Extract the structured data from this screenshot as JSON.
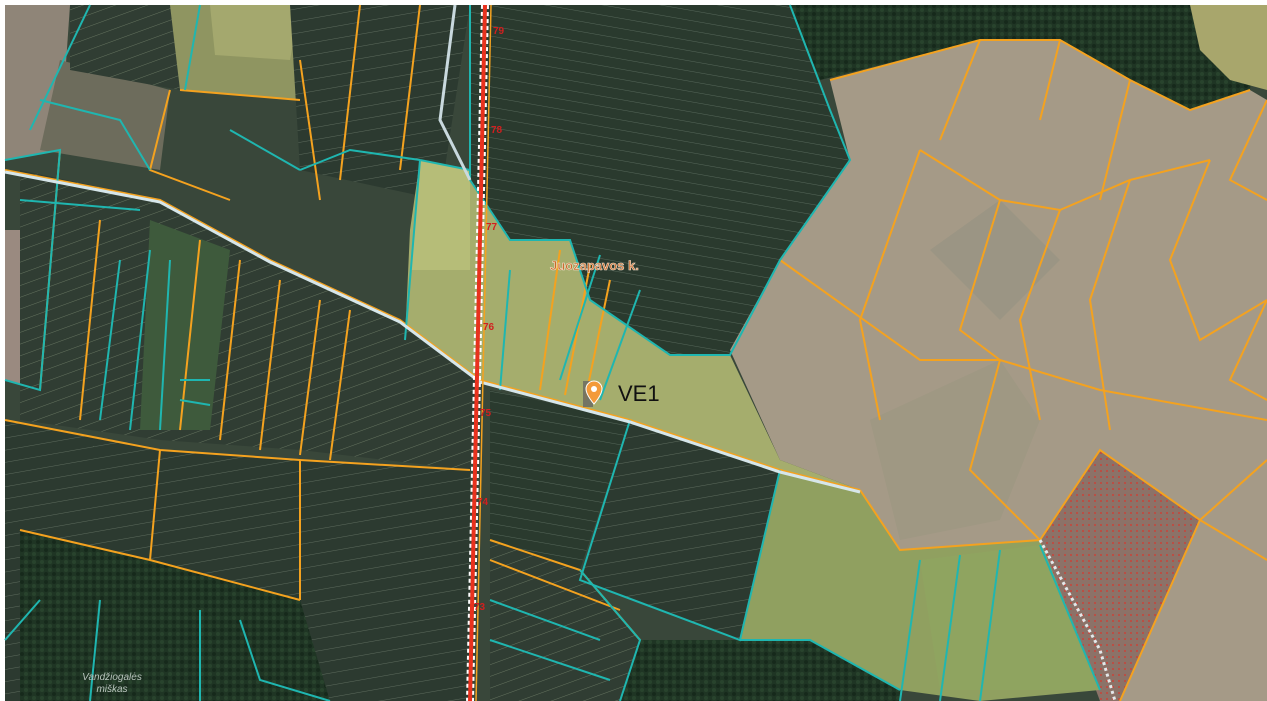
{
  "map": {
    "village_label": "Juozapavos k.",
    "forest_label_line1": "Vandžiogalės",
    "forest_label_line2": "miškas",
    "marker_label": "VE1",
    "road_km_markers": [
      "79",
      "78",
      "77",
      "76",
      "75",
      "74",
      "73"
    ]
  },
  "colors": {
    "parcel_orange": "#f4a21f",
    "parcel_cyan": "#1fb6b0",
    "road_red": "#e8321e",
    "marker": "#f39a3a",
    "restricted_zone": "#b06a5c",
    "forest": "#1d3322"
  }
}
